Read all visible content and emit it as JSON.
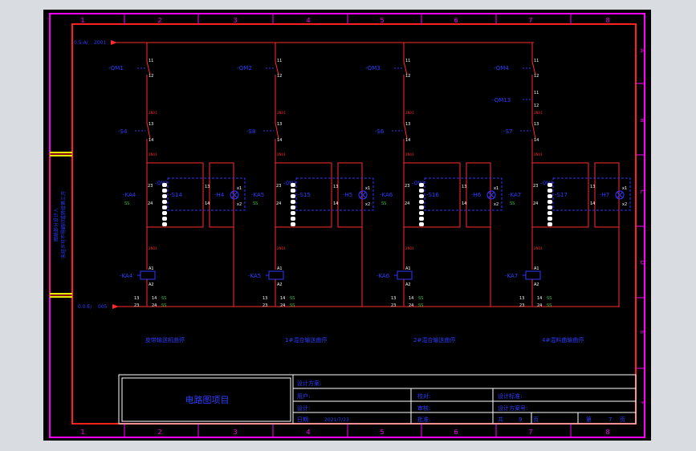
{
  "colors": {
    "background": "#000000",
    "frame": "#ff00ff",
    "border": "#ff2020",
    "wire": "#ff2a2a",
    "device": "#3333ff",
    "label": "#2d3cff",
    "terminal": "#ffffff",
    "green": "#3cc83c",
    "title_block_line": "#ffffff"
  },
  "grid": {
    "columns": [
      "1",
      "2",
      "3",
      "4",
      "5",
      "6",
      "7",
      "8"
    ],
    "rows": [
      "A",
      "B",
      "C",
      "D",
      "E",
      "F"
    ]
  },
  "supply": {
    "top": {
      "label": "0.5:A/",
      "net": "2001"
    },
    "bottom": {
      "label": "0.0:E/",
      "net": "005"
    }
  },
  "side_note": {
    "line1": "图纸部分设计人",
    "line2": "未经许可不得翻印或转给第三方"
  },
  "circuits": [
    {
      "top_device": "-QM1",
      "fuse": "-S4",
      "lamp_switch": "-S14",
      "aux": "-KA4",
      "lamp": "-H4",
      "coil": "-KA4",
      "caption": "皮带输送机曲停",
      "wire_num": "2N01"
    },
    {
      "top_device": "-QM2",
      "fuse": "-S8",
      "lamp_switch": "-S15",
      "aux": "-KA5",
      "lamp": "-H5",
      "coil": "-KA5",
      "caption": "1#混合输送曲停",
      "wire_num": "2N01"
    },
    {
      "top_device": "-QM3",
      "fuse": "-S6",
      "lamp_switch": "-S16",
      "aux": "-KA6",
      "lamp": "-H6",
      "coil": "-KA6",
      "caption": "2#混合输送曲停",
      "wire_num": "2N01"
    },
    {
      "top_device": "-QM4",
      "fuse": "-S7",
      "lamp_switch": "-S17",
      "aux": "-KA7",
      "lamp": "-H7",
      "coil": "-KA7",
      "extra_device": "-QM13",
      "caption": "4#混料曲输曲停",
      "wire_num": "2N01"
    }
  ],
  "terminals": {
    "a": "13",
    "b": "14",
    "c": "A1",
    "d": "A2",
    "e": "23",
    "f": "24",
    "g": "x1",
    "h": "x2"
  },
  "title_block": {
    "project": "电路图项目",
    "design_scheme_label": "设计方案:",
    "user_label": "用户:",
    "design_label": "设计:",
    "date_label": "日期:",
    "date_value": "2021/7/23",
    "check_label": "校对:",
    "review_label": "审核:",
    "approve_label": "批准:",
    "std_label": "设计标准:",
    "scheme_no_label": "设计方案号:",
    "total_label": "共",
    "total_value": "9",
    "page_unit": "页",
    "sheet_label": "第",
    "sheet_value": "7",
    "sheet_unit": "页"
  }
}
